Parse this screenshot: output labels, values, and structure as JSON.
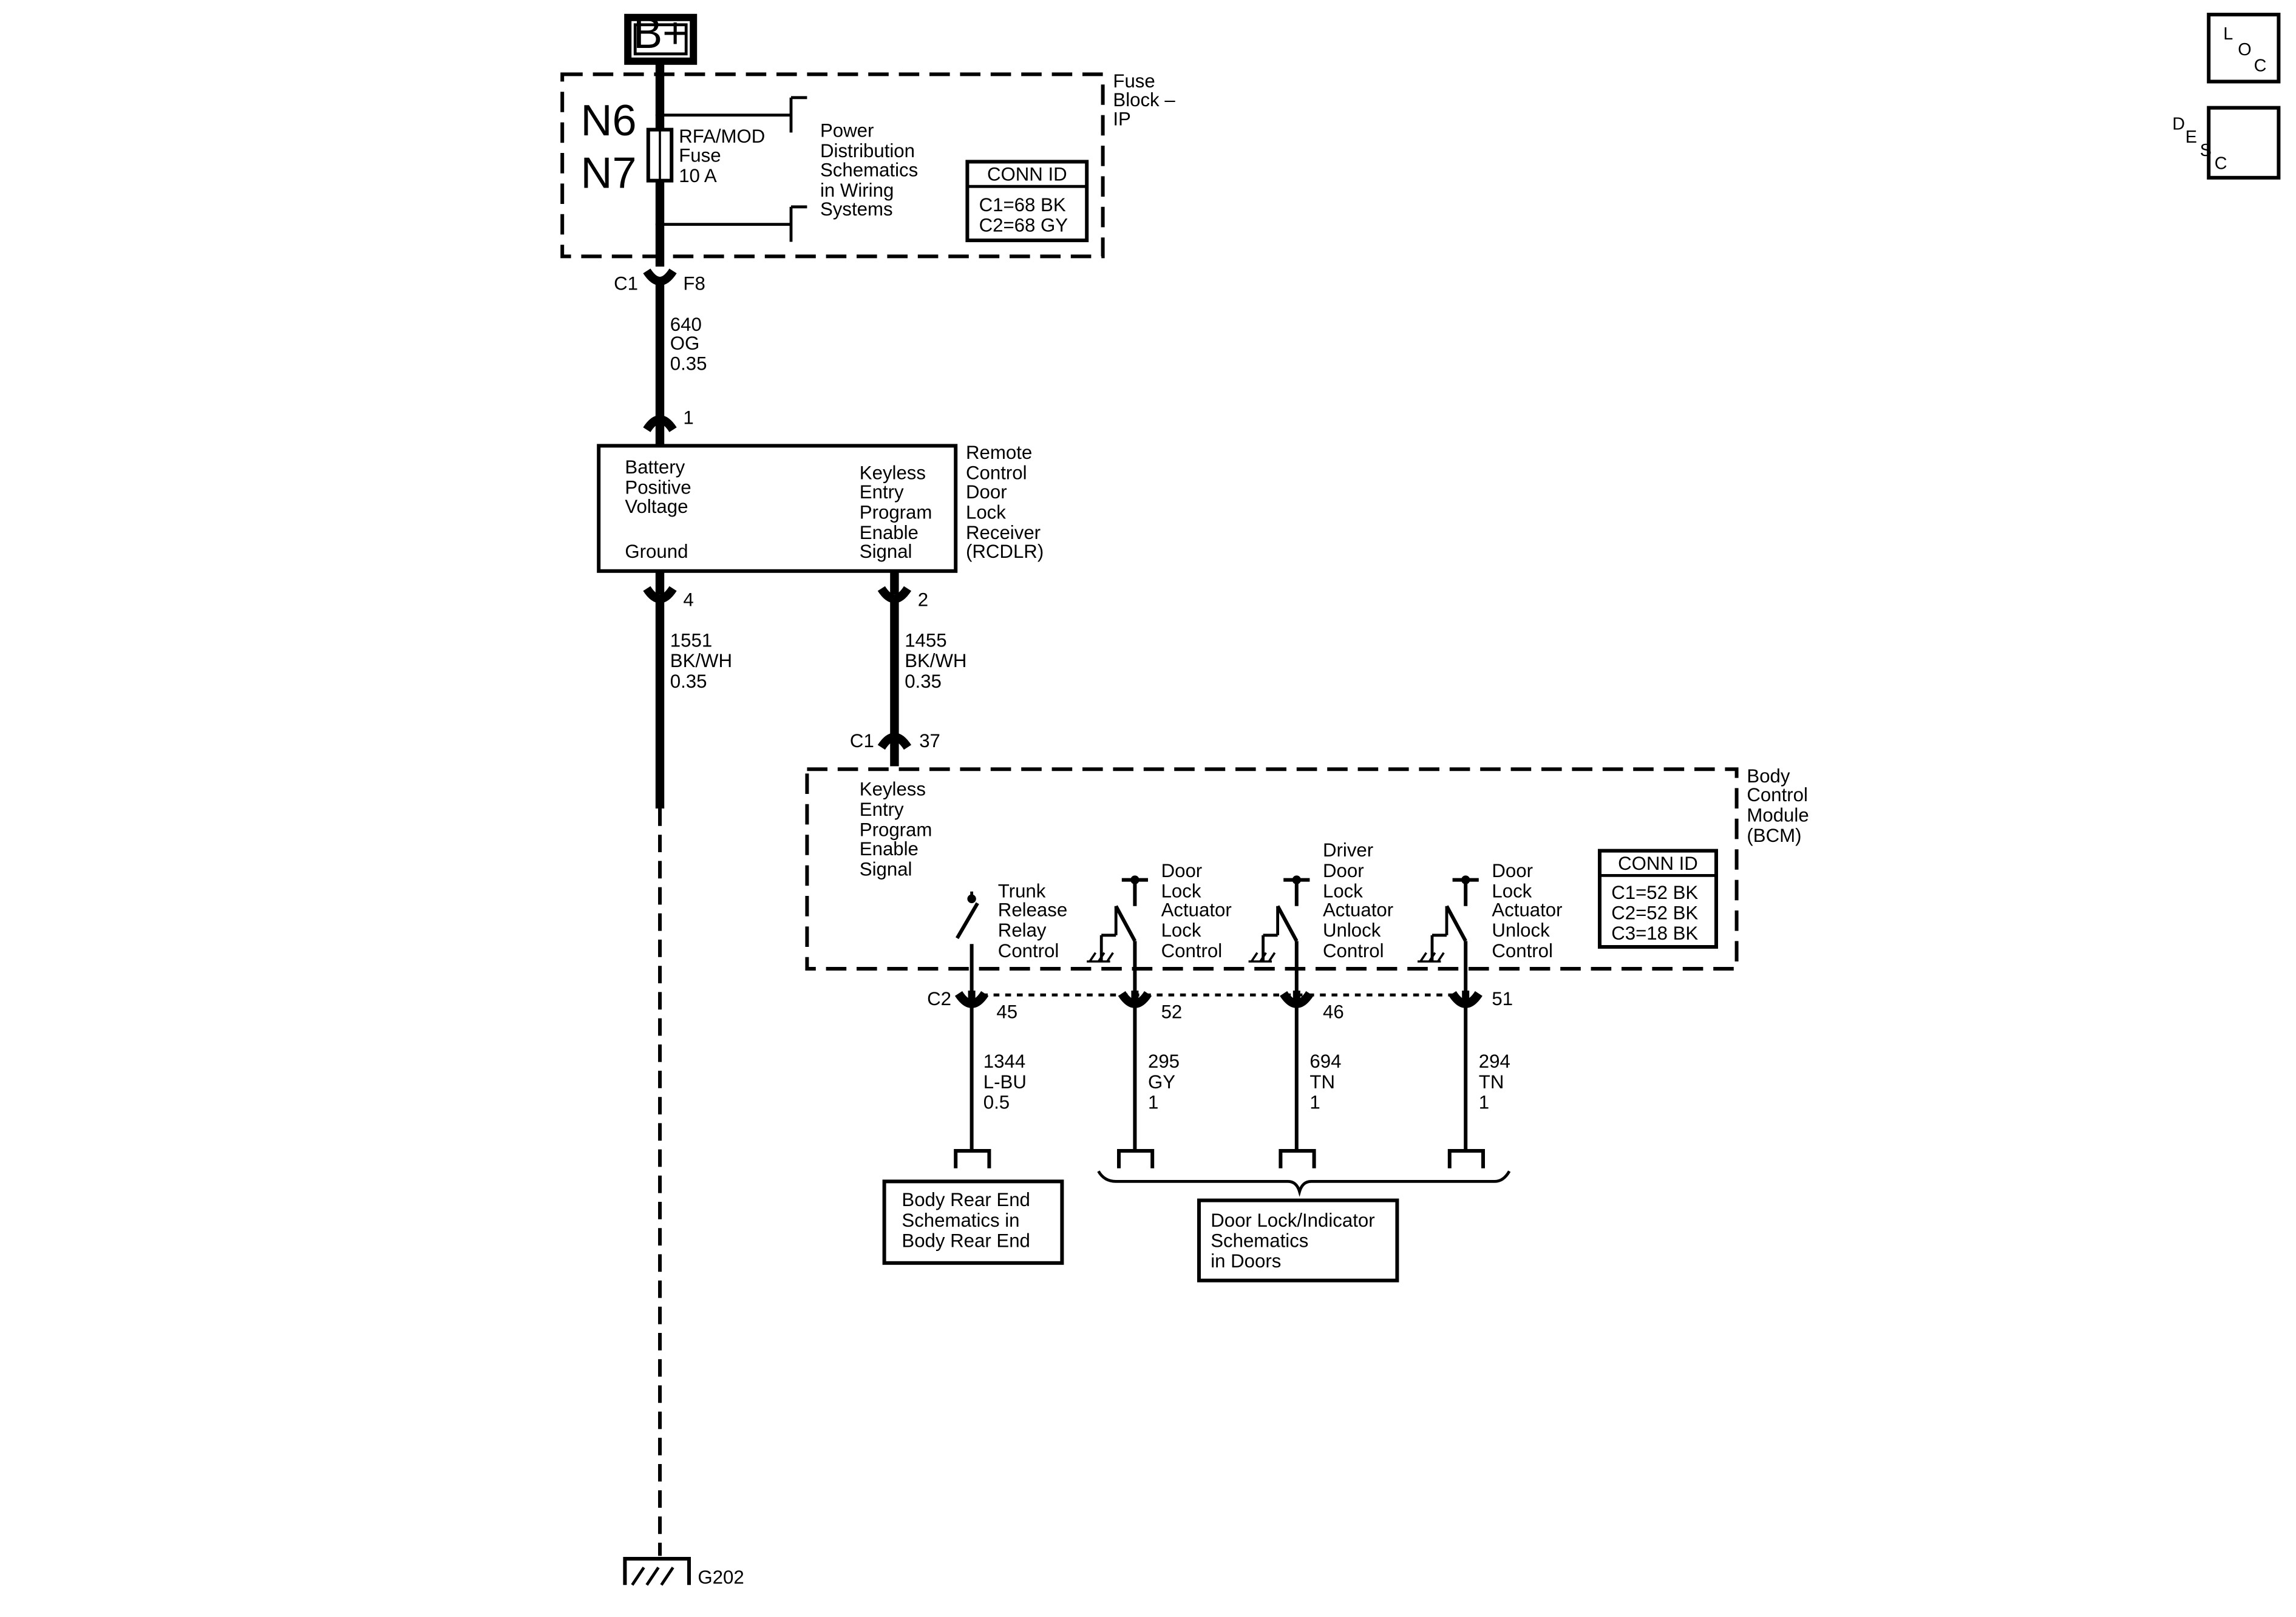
{
  "battery": {
    "label": "B+"
  },
  "fuse_block": {
    "name_lines": [
      "Fuse",
      "Block –",
      "IP"
    ],
    "fuse_lines": [
      "RFA/MOD",
      "Fuse",
      "10 A"
    ],
    "terminal_top": "N6",
    "terminal_bottom": "N7",
    "power_ref_lines": [
      "Power",
      "Distribution",
      "Schematics",
      "in Wiring",
      "Systems"
    ],
    "conn_id": {
      "title": "CONN ID",
      "lines": [
        "C1=68 BK",
        "C2=68 GY"
      ]
    },
    "out_connector": "C1",
    "out_pin": "F8"
  },
  "wire_640": {
    "lines": [
      "640",
      "OG",
      "0.35"
    ]
  },
  "rcdlr": {
    "name_lines": [
      "Remote",
      "Control",
      "Door",
      "Lock",
      "Receiver",
      "(RCDLR)"
    ],
    "in_pin": "1",
    "battery_lines": [
      "Battery",
      "Positive",
      "Voltage"
    ],
    "ground_label": "Ground",
    "keyless_lines": [
      "Keyless",
      "Entry",
      "Program",
      "Enable",
      "Signal"
    ],
    "ground_pin": "4",
    "signal_pin": "2"
  },
  "wire_1551": {
    "lines": [
      "1551",
      "BK/WH",
      "0.35"
    ]
  },
  "wire_1455": {
    "lines": [
      "1455",
      "BK/WH",
      "0.35"
    ]
  },
  "bcm": {
    "name_lines": [
      "Body",
      "Control",
      "Module",
      "(BCM)"
    ],
    "in_connector": "C1",
    "in_pin": "37",
    "keyless_lines": [
      "Keyless",
      "Entry",
      "Program",
      "Enable",
      "Signal"
    ],
    "conn_id": {
      "title": "CONN ID",
      "lines": [
        "C1=52 BK",
        "C2=52 BK",
        "C3=18 BK"
      ]
    },
    "out_connector": "C2",
    "outputs": [
      {
        "label_lines": [
          "Trunk",
          "Release",
          "Relay",
          "Control"
        ],
        "pin": "45",
        "wire_lines": [
          "1344",
          "L-BU",
          "0.5"
        ]
      },
      {
        "label_lines": [
          "Door",
          "Lock",
          "Actuator",
          "Lock",
          "Control"
        ],
        "pin": "52",
        "wire_lines": [
          "295",
          "GY",
          "1"
        ]
      },
      {
        "label_lines": [
          "Driver",
          "Door",
          "Lock",
          "Actuator",
          "Unlock",
          "Control"
        ],
        "pin": "46",
        "wire_lines": [
          "694",
          "TN",
          "1"
        ]
      },
      {
        "label_lines": [
          "Door",
          "Lock",
          "Actuator",
          "Unlock",
          "Control"
        ],
        "pin": "51",
        "wire_lines": [
          "294",
          "TN",
          "1"
        ]
      }
    ]
  },
  "refs": {
    "body_rear_lines": [
      "Body Rear End",
      "Schematics in",
      "Body Rear End"
    ],
    "door_lock_lines": [
      "Door Lock/Indicator",
      "Schematics",
      "in Doors"
    ]
  },
  "ground": {
    "label": "G202"
  },
  "nav": {
    "loc": [
      "L",
      "O",
      "C"
    ],
    "desc": [
      "D",
      "E",
      "S",
      "C"
    ]
  }
}
